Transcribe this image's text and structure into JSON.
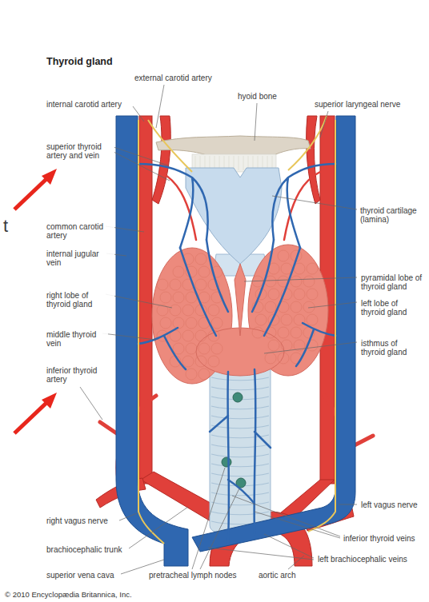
{
  "diagram": {
    "title": "Thyroid gland",
    "caption": "© 2010 Encyclopædia Britannica, Inc.",
    "labels": [
      "external carotid artery",
      "hyoid bone",
      "internal carotid artery",
      "superior laryngeal nerve",
      "superior thyroid artery and vein",
      "thyroid cartilage (lamina)",
      "t",
      "common carotid artery",
      "internal jugular vein",
      "pyramidal lobe of thyroid gland",
      "right lobe of thyroid gland",
      "left lobe of thyroid gland",
      "middle thyroid vein",
      "isthmus of thyroid gland",
      "inferior thyroid artery",
      "left vagus nerve",
      "right vagus nerve",
      "inferior thyroid veins",
      "brachiocephalic trunk",
      "superior vena cava",
      "pretracheal lymph nodes",
      "aortic arch",
      "left brachiocephalic veins"
    ]
  }
}
